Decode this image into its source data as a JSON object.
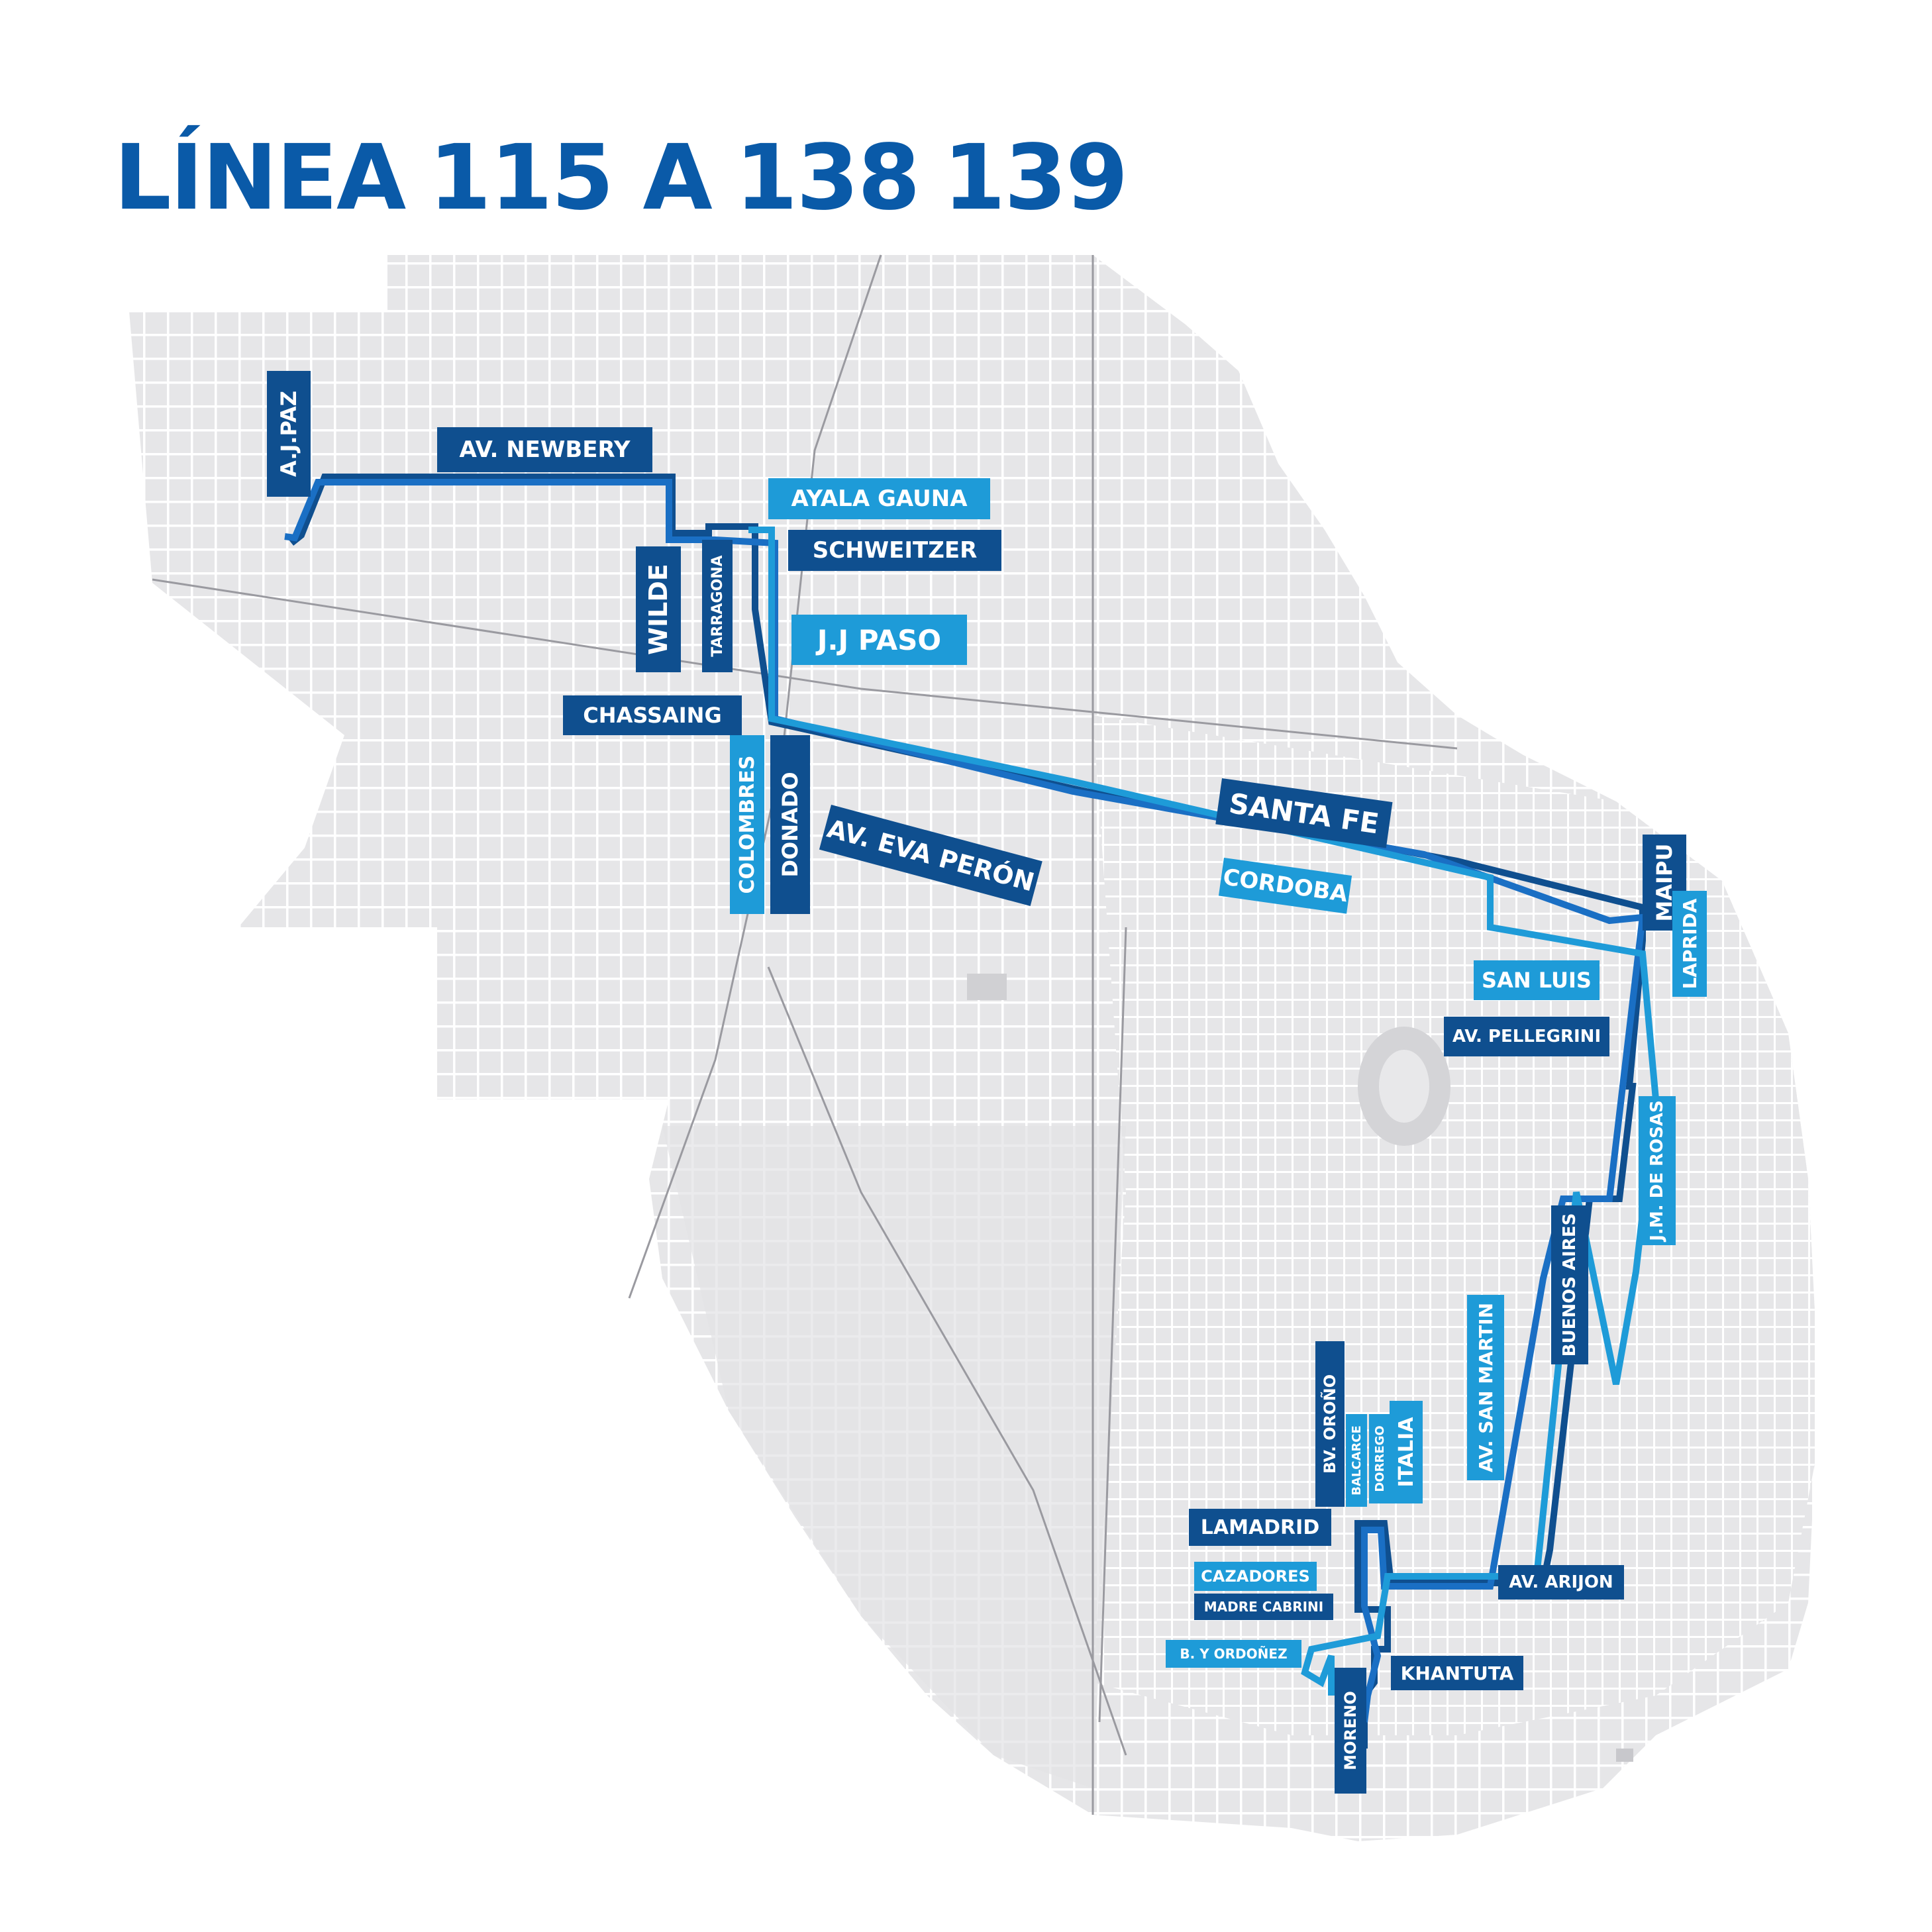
{
  "title": {
    "prefix": "LÍNEA",
    "lines": [
      "115 A",
      "138",
      "139"
    ]
  },
  "colors": {
    "route_dark": "#0f4f8f",
    "route_mid": "#1a6fc4",
    "route_light": "#1e9bd8",
    "title": "#0a5aa8",
    "land": "#ececee",
    "street_grid": "#ffffff",
    "river": "#ffffff"
  },
  "labels": {
    "ajpaz": "A.J.PAZ",
    "newbery": "AV. NEWBERY",
    "ayala": "AYALA GAUNA",
    "schweitzer": "SCHWEITZER",
    "wilde": "WILDE",
    "tarragona": "TARRAGONA",
    "jjpaso": "J.J PASO",
    "chassaing": "CHASSAING",
    "colombres": "COLOMBRES",
    "donado": "DONADO",
    "evaperon": "AV. EVA PERÓN",
    "santafe": "SANTA FE",
    "cordoba": "CORDOBA",
    "maipu": "MAIPU",
    "laprida": "LAPRIDA",
    "sanluis": "SAN LUIS",
    "pellegrini": "AV. PELLEGRINI",
    "jmderosas": "J.M. DE ROSAS",
    "buenosaires": "BUENOS AIRES",
    "sanmartin": "AV. SAN MARTIN",
    "orono": "BV. OROÑO",
    "balcarce": "BALCARCE",
    "dorrego": "DORREGO",
    "italia": "ITALIA",
    "lamadrid": "LAMADRID",
    "arijon": "AV. ARIJON",
    "cazadores": "CAZADORES",
    "madrecabrini": "MADRE CABRINI",
    "ordonez": "B. Y ORDOÑEZ",
    "khantuta": "KHANTUTA",
    "moreno": "MORENO"
  }
}
